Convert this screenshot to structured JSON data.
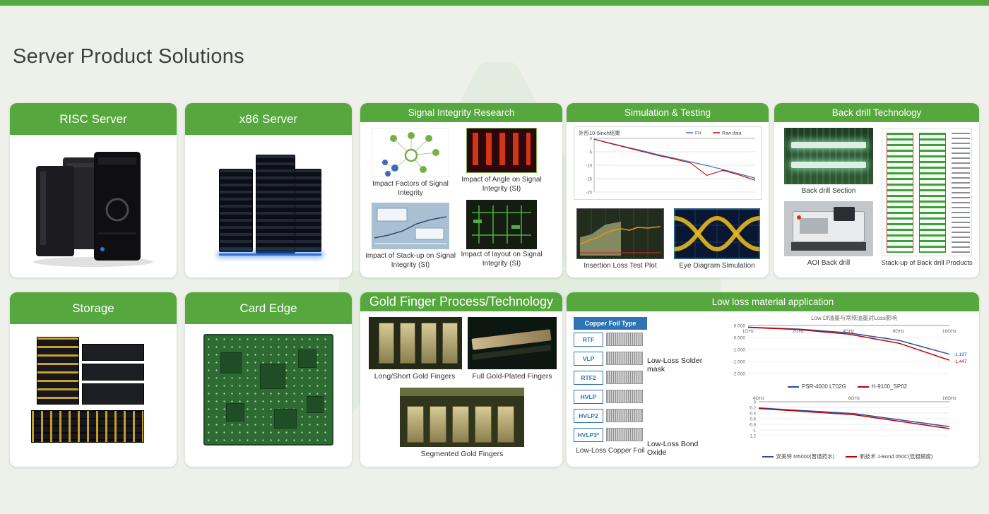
{
  "page": {
    "title": "Server Product Solutions"
  },
  "colors": {
    "brand_green": "#56a73e",
    "background": "#eef1ea",
    "header_text": "#ffffff",
    "table_blue": "#2e74b5",
    "series_blue": "#2f4f9e",
    "series_red": "#c00000"
  },
  "cards": {
    "risc_server": {
      "title": "RISC Server"
    },
    "x86_server": {
      "title": "x86 Server"
    },
    "signal_integrity": {
      "title": "Signal Integrity Research",
      "captions": {
        "factors": "Impact Factors of Signal Integrity",
        "angle": "Impact of Angle on Signal Integrity (SI)",
        "stackup": "Impact of Stack-up on Signal Integrity (SI)",
        "layout": "Impact of layout on Signal Integrity (SI)"
      }
    },
    "simulation_testing": {
      "title": "Simulation & Testing",
      "captions": {
        "insertion": "Insertion Loss Test Plot",
        "eye": "Eye Diagram Simulation"
      }
    },
    "back_drill": {
      "title": "Back drill Technology",
      "captions": {
        "section": "Back drill Section",
        "aoi": "AOI Back drill",
        "stackup": "Stack-up of Back drill Products"
      }
    },
    "storage": {
      "title": "Storage"
    },
    "card_edge": {
      "title": "Card Edge"
    },
    "gold_finger": {
      "title": "Gold Finger Process/Technology",
      "captions": {
        "long_short": "Long/Short Gold Fingers",
        "full_plated": "Full Gold-Plated Fingers",
        "segmented": "Segmented Gold Fingers"
      }
    },
    "low_loss": {
      "title": "Low loss material application",
      "copper_foil": {
        "header": "Copper Foil Type",
        "types": [
          "RTF",
          "VLP",
          "RTF2",
          "HVLP",
          "HVLP2",
          "HVLP3*"
        ],
        "caption": "Low-Loss Copper Foil"
      },
      "labels": {
        "solder_mask": "Low-Loss Solder mask",
        "bond_oxide": "Low-Loss Bond Oxide"
      }
    }
  },
  "chart_data": [
    {
      "id": "simulation-loss-curve",
      "type": "line",
      "title": "外形10-5inch结果",
      "y_ticks": [
        "0",
        "-5",
        "-10",
        "-15",
        "-20"
      ],
      "ylim": [
        -20,
        0
      ],
      "legend_position": "top-right",
      "series": [
        {
          "name": "FH",
          "color": "#4472c4",
          "values": [
            -0.3,
            -1.8,
            -3.2,
            -4.6,
            -6.1,
            -7.4,
            -8.8,
            -10.1,
            -11.6,
            -13.2,
            -14.8
          ]
        },
        {
          "name": "Raw data",
          "color": "#c00000",
          "values": [
            -0.3,
            -1.9,
            -3.4,
            -4.9,
            -6.4,
            -7.7,
            -9.2,
            -13.8,
            -11.9,
            -13.6,
            -15.6
          ]
        }
      ]
    },
    {
      "id": "low-df-solder-mask-loss",
      "type": "line",
      "title": "Low Df油墨与常规油墨对Loss影响",
      "x_labels": [
        "1GHz",
        "2GHz",
        "4GHz",
        "8GHz",
        "16GHz"
      ],
      "y_ticks": [
        "0.000",
        "-0.500",
        "-1.000",
        "-1.500",
        "-2.000"
      ],
      "ylim": [
        -2,
        0
      ],
      "legend_position": "bottom",
      "series": [
        {
          "name": "PSR-4000 LT02G",
          "color": "#2f4f9e",
          "end_label": "-1.197",
          "values": [
            -0.07,
            -0.15,
            -0.31,
            -0.62,
            -1.197
          ]
        },
        {
          "name": "H-9100_SP02",
          "color": "#c00000",
          "end_label": "-1.447",
          "values": [
            -0.08,
            -0.17,
            -0.36,
            -0.74,
            -1.447
          ]
        }
      ]
    },
    {
      "id": "bond-oxide-loss",
      "type": "line",
      "title": "",
      "x_labels": [
        "4GHz",
        "8GHz",
        "16GHz"
      ],
      "y_ticks": [
        "0",
        "-0.2",
        "-0.4",
        "-0.6",
        "-0.8",
        "-1",
        "-1.2"
      ],
      "ylim": [
        -1.2,
        0
      ],
      "legend_position": "bottom",
      "series": [
        {
          "name": "安美特 M5000(普通药水)",
          "color": "#2f4f9e",
          "values": [
            -0.22,
            -0.42,
            -0.88
          ]
        },
        {
          "name": "新技术 J-Bond 050C(低粗糙度)",
          "color": "#c00000",
          "values": [
            -0.24,
            -0.46,
            -0.95
          ]
        }
      ]
    }
  ]
}
